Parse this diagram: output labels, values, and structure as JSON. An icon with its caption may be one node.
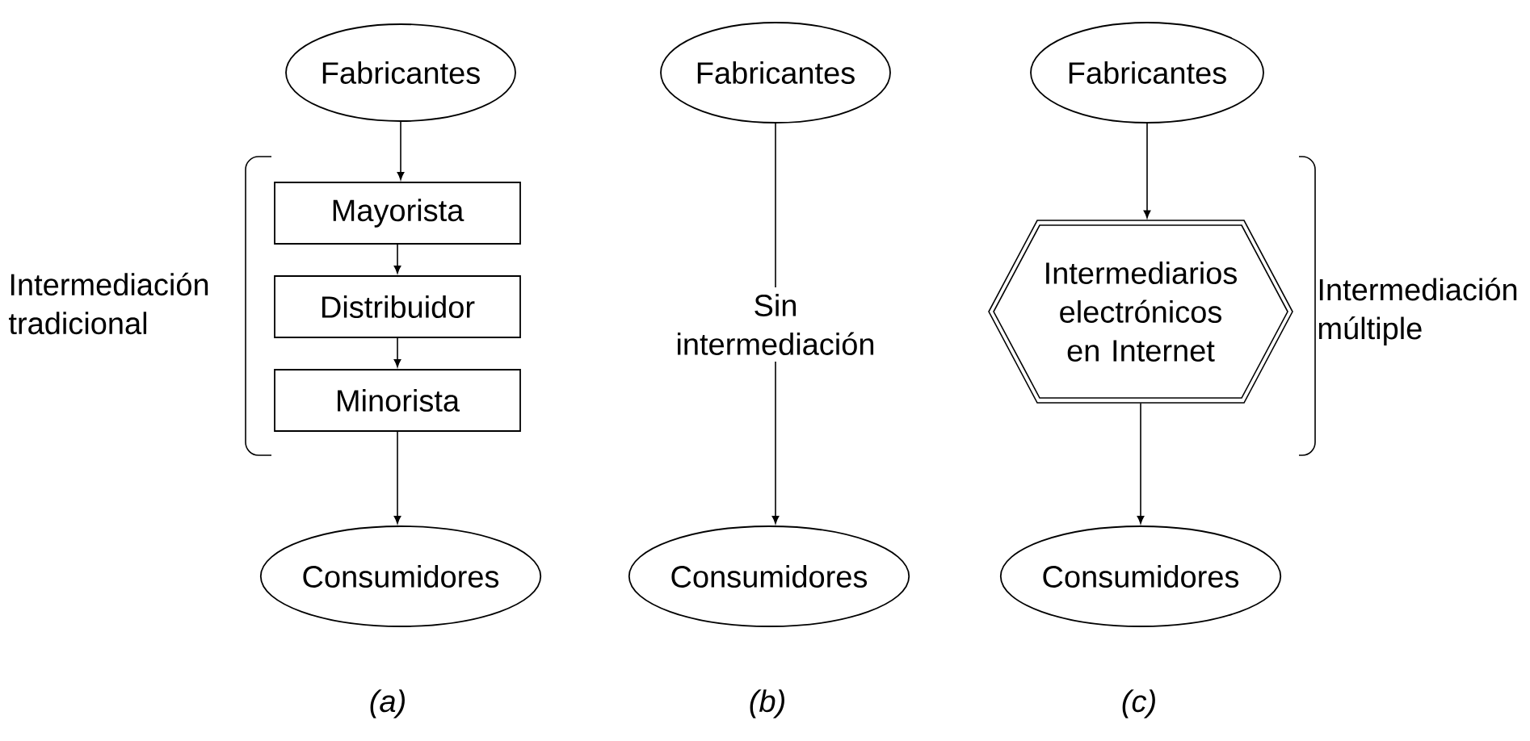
{
  "diagram": {
    "nodes": [
      {
        "text": [
          "Fabricantes"
        ]
      },
      {
        "text": [
          "Mayorista"
        ]
      },
      {
        "text": [
          "Distribuidor"
        ]
      },
      {
        "text": [
          "Minorista"
        ]
      },
      {
        "text": [
          "Consumidores"
        ]
      },
      {
        "text": [
          "Fabricantes"
        ]
      },
      {
        "text": [
          "Consumidores"
        ]
      },
      {
        "text": [
          "Fabricantes"
        ]
      },
      {
        "text": [
          "Intermediarios electrónicos en Internet"
        ]
      },
      {
        "text": [
          "Consumidores"
        ]
      }
    ],
    "edges": [
      {
        "from": 0,
        "to": 1,
        "arrow": "to"
      },
      {
        "from": 1,
        "to": 2,
        "arrow": "to"
      },
      {
        "from": 2,
        "to": 3,
        "arrow": "to"
      },
      {
        "from": 3,
        "to": 4,
        "arrow": "to"
      },
      {
        "from": 5,
        "to": 6,
        "arrow": "to",
        "label": "Sin intermediación"
      },
      {
        "from": 7,
        "to": 8,
        "arrow": "to"
      },
      {
        "from": 8,
        "to": 9,
        "arrow": "to"
      }
    ],
    "labels": [
      "Intermediación tradicional",
      "Intermediación múltiple",
      "(a)",
      "(b)",
      "(c)"
    ]
  }
}
